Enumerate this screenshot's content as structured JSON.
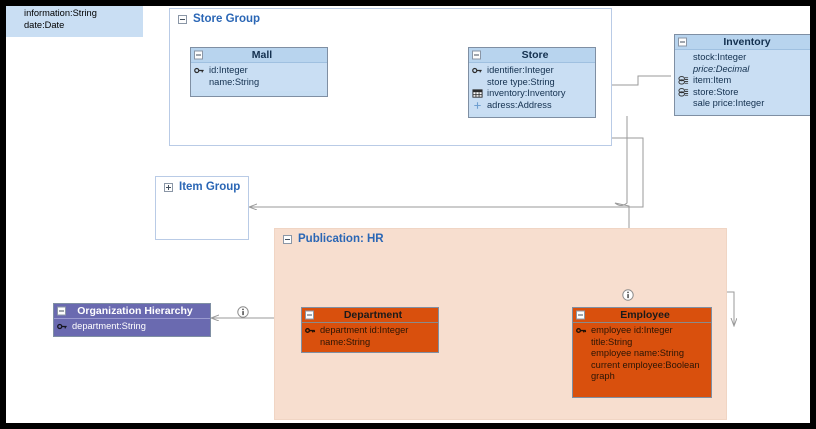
{
  "diagram": {
    "title": "Entity Relationship / UML class diagram",
    "colors": {
      "group_blue_border": "#b9cbe6",
      "group_peach_bg": "#f7decf",
      "class_blue_bg": "#c9def3",
      "class_blue_title": "#b8d4ee",
      "class_orange_bg": "#d9500d",
      "class_purple_bg": "#6a6ab0",
      "header_text": "#2a66b5",
      "connector": "#9a9a9a",
      "frame": "#000000"
    }
  },
  "floating_panel": {
    "name": "detached-attribute-panel",
    "attributes": [
      {
        "text": "information:String",
        "icon": "none",
        "italic": false
      },
      {
        "text": "date:Date",
        "icon": "none",
        "italic": false
      }
    ]
  },
  "groups": [
    {
      "id": "store-group",
      "label": "Store Group",
      "toggle": "minus",
      "collapsed": false
    },
    {
      "id": "item-group",
      "label": "Item Group",
      "toggle": "plus",
      "collapsed": true
    },
    {
      "id": "publication-hr",
      "label": "Publication: HR",
      "toggle": "minus",
      "collapsed": false
    }
  ],
  "classes": [
    {
      "id": "mall",
      "name": "Mall",
      "skin": "blue",
      "toggle": "minus",
      "attributes": [
        {
          "text": "id:Integer",
          "icon": "key",
          "italic": false
        },
        {
          "text": "name:String",
          "icon": "none",
          "italic": false
        }
      ]
    },
    {
      "id": "store",
      "name": "Store",
      "skin": "blue",
      "toggle": "minus",
      "attributes": [
        {
          "text": "identifier:Integer",
          "icon": "key",
          "italic": false
        },
        {
          "text": "store type:String",
          "icon": "none",
          "italic": false
        },
        {
          "text": "inventory:Inventory",
          "icon": "table",
          "italic": false
        },
        {
          "text": "adress:Address",
          "icon": "plus-small",
          "italic": false
        }
      ]
    },
    {
      "id": "inventory",
      "name": "Inventory",
      "skin": "blue",
      "toggle": "minus",
      "attributes": [
        {
          "text": "stock:Integer",
          "icon": "none",
          "italic": false
        },
        {
          "text": "price:Decimal",
          "icon": "none",
          "italic": true
        },
        {
          "text": "item:Item",
          "icon": "relation",
          "italic": false
        },
        {
          "text": "store:Store",
          "icon": "relation",
          "italic": false
        },
        {
          "text": "sale price:Integer",
          "icon": "none",
          "italic": false
        }
      ]
    },
    {
      "id": "organization-hierarchy",
      "name": "Organization Hierarchy",
      "skin": "purple",
      "toggle": "minus",
      "attributes": [
        {
          "text": "department:String",
          "icon": "key",
          "italic": false
        }
      ]
    },
    {
      "id": "department",
      "name": "Department",
      "skin": "orange",
      "toggle": "minus",
      "attributes": [
        {
          "text": "department id:Integer",
          "icon": "key",
          "italic": false
        },
        {
          "text": "name:String",
          "icon": "none",
          "italic": false
        }
      ]
    },
    {
      "id": "employee",
      "name": "Employee",
      "skin": "orange",
      "toggle": "minus",
      "attributes": [
        {
          "text": "employee id:Integer",
          "icon": "key",
          "italic": false
        },
        {
          "text": "title:String",
          "icon": "none",
          "italic": false
        },
        {
          "text": "employee name:String",
          "icon": "none",
          "italic": false
        },
        {
          "text": "current employee:Boolean",
          "icon": "none",
          "italic": false
        },
        {
          "text": "graph",
          "icon": "none",
          "italic": false
        }
      ]
    }
  ],
  "badges": [
    {
      "id": "badge-org-hierarchy",
      "glyph": "i",
      "name": "info-badge"
    },
    {
      "id": "badge-employee",
      "glyph": "i",
      "name": "info-badge"
    }
  ],
  "connections": [
    {
      "from": "store",
      "to": "mall",
      "arrow": "end"
    },
    {
      "from": "inventory",
      "to": "store",
      "arrow": "end"
    },
    {
      "from": "store",
      "to": "item-group",
      "arrow": "end"
    },
    {
      "from": "inventory",
      "to": "employee",
      "arrow": "end"
    },
    {
      "from": "employee",
      "to": "organization-hierarchy",
      "arrow": "end"
    },
    {
      "from": "department",
      "to": "employee",
      "arrow": "end"
    },
    {
      "from": "employee",
      "to": "department",
      "arrow": "end"
    },
    {
      "from": "employee",
      "to": "employee",
      "arrow": "end"
    }
  ]
}
